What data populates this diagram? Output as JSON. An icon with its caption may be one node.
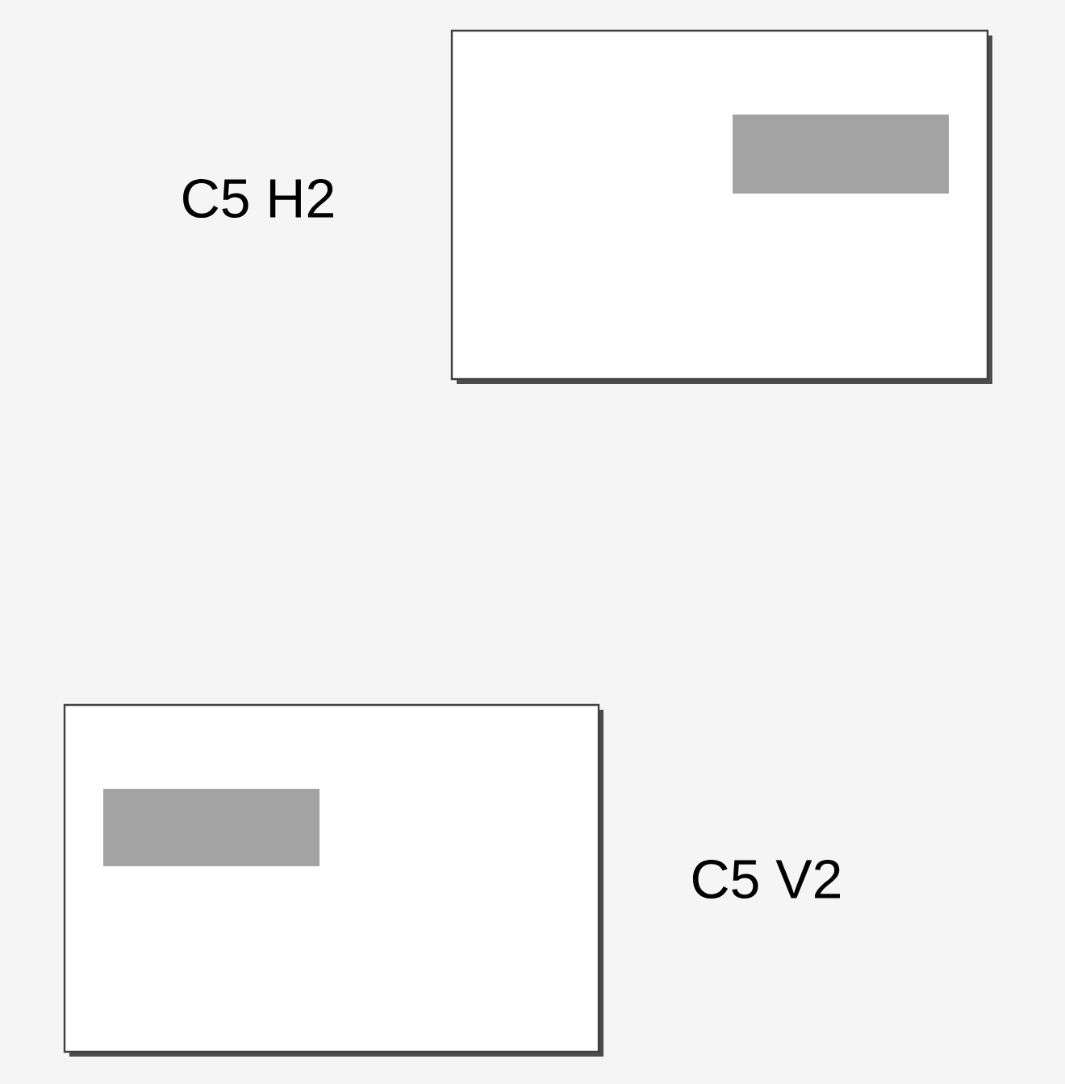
{
  "diagram": {
    "nodes": [
      {
        "text": [],
        "shape": "box",
        "beside": [
          "C5 H2"
        ]
      },
      {
        "text": [],
        "shape": "bar",
        "in": 0
      },
      {
        "text": [],
        "shape": "box",
        "beside": [
          "C5 V2"
        ]
      },
      {
        "text": [],
        "shape": "bar",
        "in": 2
      }
    ]
  }
}
